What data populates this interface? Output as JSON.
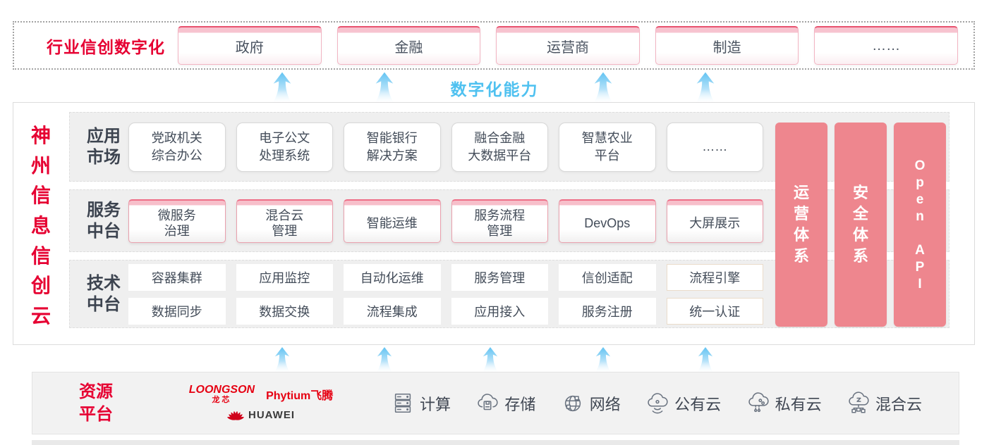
{
  "colors": {
    "accent_red": "#e60032",
    "bar_pink": "#ee868e",
    "capability_blue": "#4fc1f0"
  },
  "top": {
    "title": "行业信创数字化",
    "industries": [
      "政府",
      "金融",
      "运营商",
      "制造",
      "……"
    ]
  },
  "capability": {
    "label": "数字化能力"
  },
  "main": {
    "title": "神州信息信创云",
    "title_chars": [
      "神",
      "州",
      "信",
      "息",
      "信",
      "创",
      "云"
    ],
    "app_row": {
      "label1": "应用",
      "label2": "市场",
      "boxes": [
        {
          "l1": "党政机关",
          "l2": "综合办公"
        },
        {
          "l1": "电子公文",
          "l2": "处理系统"
        },
        {
          "l1": "智能银行",
          "l2": "解决方案"
        },
        {
          "l1": "融合金融",
          "l2": "大数据平台"
        },
        {
          "l1": "智慧农业",
          "l2": "平台"
        },
        {
          "l1": "……"
        }
      ]
    },
    "service_row": {
      "label1": "服务",
      "label2": "中台",
      "boxes": [
        {
          "l1": "微服务",
          "l2": "治理"
        },
        {
          "l1": "混合云",
          "l2": "管理"
        },
        {
          "l1": "智能运维"
        },
        {
          "l1": "服务流程",
          "l2": "管理"
        },
        {
          "l1": "DevOps"
        },
        {
          "l1": "大屏展示"
        }
      ]
    },
    "tech_row": {
      "label1": "技术",
      "label2": "中台",
      "row1": [
        "容器集群",
        "应用监控",
        "自动化运维",
        "服务管理",
        "信创适配",
        "流程引擎"
      ],
      "row2": [
        "数据同步",
        "数据交换",
        "流程集成",
        "应用接入",
        "服务注册",
        "统一认证"
      ]
    },
    "bars": [
      {
        "label": "运营体系",
        "chars": [
          "运",
          "营",
          "体",
          "系"
        ]
      },
      {
        "label": "安全体系",
        "chars": [
          "安",
          "全",
          "体",
          "系"
        ]
      },
      {
        "label": "Open API",
        "chars": [
          "O",
          "p",
          "e",
          "n",
          "",
          "A",
          "P",
          "I"
        ]
      }
    ]
  },
  "bottom": {
    "label1": "资源",
    "label2": "平台",
    "logos": {
      "loongson": "LOONGSON",
      "loongson_cn": "龙芯",
      "phytium": "Phytium飞腾",
      "huawei": "HUAWEI"
    },
    "resources": [
      {
        "icon": "server-icon",
        "label": "计算"
      },
      {
        "icon": "storage-icon",
        "label": "存储"
      },
      {
        "icon": "network-icon",
        "label": "网络"
      },
      {
        "icon": "public-cloud-icon",
        "label": "公有云"
      },
      {
        "icon": "private-cloud-icon",
        "label": "私有云"
      },
      {
        "icon": "hybrid-cloud-icon",
        "label": "混合云"
      }
    ]
  }
}
